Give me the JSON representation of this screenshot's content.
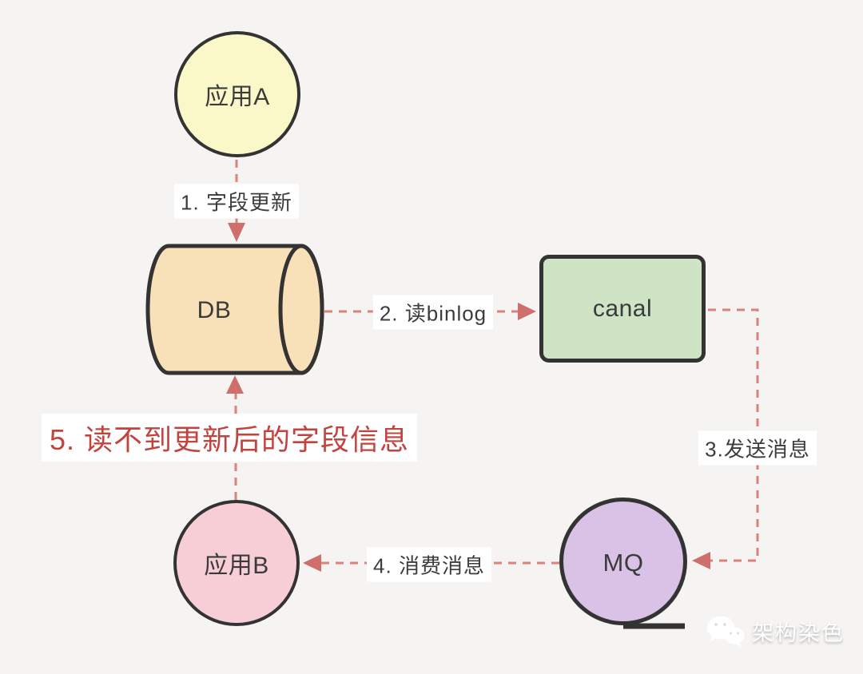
{
  "diagram": {
    "background": "#F5F4F2",
    "outline_color": "#333333",
    "connector_color": "#DB827D",
    "arrowhead_color": "#CE6F6B",
    "nodes": {
      "app_a": {
        "label": "应用A",
        "shape": "circle",
        "fill": "#FAF7C9"
      },
      "db": {
        "label": "DB",
        "shape": "cylinder",
        "fill": "#F8E0B8"
      },
      "canal": {
        "label": "canal",
        "shape": "rect",
        "fill": "#CFE3C5"
      },
      "mq": {
        "label": "MQ",
        "shape": "circle-with-tail",
        "fill": "#D9C2E5"
      },
      "app_b": {
        "label": "应用B",
        "shape": "circle",
        "fill": "#F7CED6"
      }
    },
    "edges": {
      "step1": {
        "label": "1. 字段更新",
        "from": "app_a",
        "to": "db"
      },
      "step2": {
        "label": "2. 读binlog",
        "from": "db",
        "to": "canal"
      },
      "step3": {
        "label": "3.发送消息",
        "from": "canal",
        "to": "mq"
      },
      "step4": {
        "label": "4. 消费消息",
        "from": "mq",
        "to": "app_b"
      },
      "step5": {
        "label": "5. 读不到更新后的字段信息",
        "from": "app_b",
        "to": "db",
        "color": "#C1443E"
      }
    }
  },
  "watermark": {
    "label": "架构染色"
  }
}
